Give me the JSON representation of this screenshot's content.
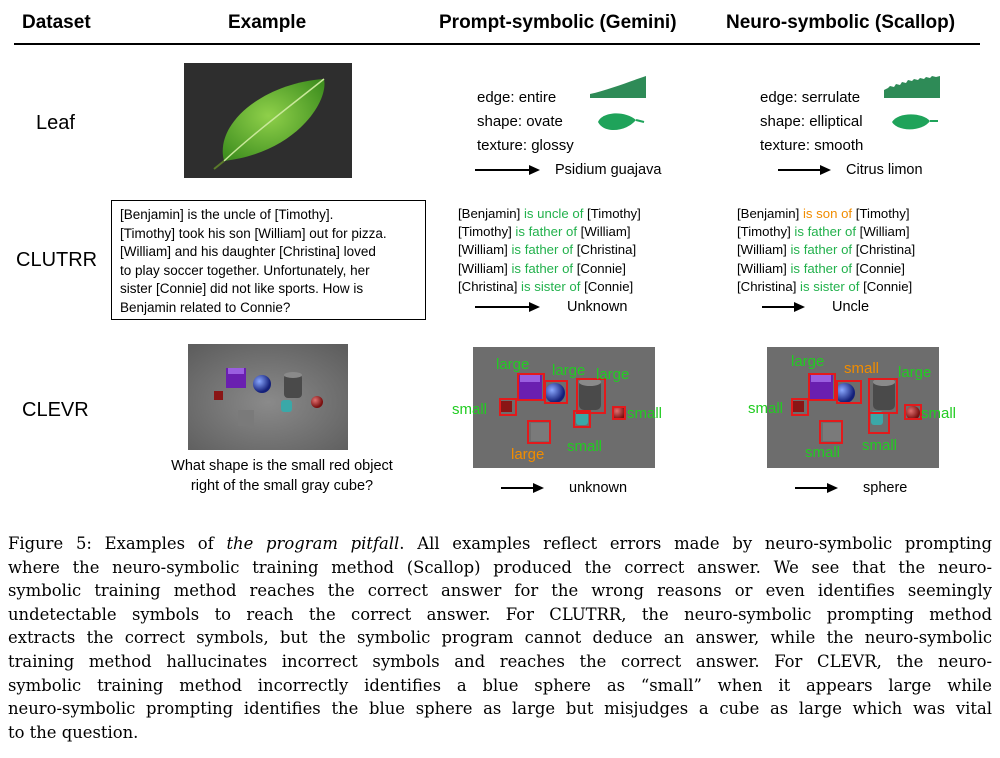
{
  "header": {
    "dataset": "Dataset",
    "example": "Example",
    "prompt": "Prompt-symbolic (Gemini)",
    "neuro": "Neuro-symbolic (Scallop)"
  },
  "rows": {
    "leaf": "Leaf",
    "clutrr": "CLUTRR",
    "clevr": "CLEVR"
  },
  "leaf": {
    "prompt": {
      "edge": "edge: entire",
      "shape": "shape: ovate",
      "texture": "texture: glossy",
      "answer": "Psidium guajava"
    },
    "neuro": {
      "edge": "edge: serrulate",
      "shape": "shape: elliptical",
      "texture": "texture: smooth",
      "answer": "Citrus limon"
    },
    "colors": {
      "leaf_green": "#1fa35a",
      "edge_green": "#2e8b57"
    }
  },
  "clutrr": {
    "story": "[Benjamin] is the uncle of [Timothy]. [Timothy] took his son [William] out for pizza. [William] and his daughter [Christina] loved to play soccer together. Unfortunately, her sister [Connie] did not like sports. How is Benjamin related to Connie?",
    "story_lines": [
      "[Benjamin] is the uncle of [Timothy].",
      "[Timothy] took his son [William] out for pizza.",
      "[William] and his daughter [Christina] loved",
      "to play soccer together. Unfortunately, her",
      "sister [Connie] did not like sports. How is",
      "Benjamin related to Connie?"
    ],
    "prompt": {
      "relations": [
        {
          "a": "[Benjamin]",
          "r": "is uncle of",
          "b": "[Timothy]",
          "color": "green"
        },
        {
          "a": "[Timothy]",
          "r": "is father of",
          "b": "[William]",
          "color": "green"
        },
        {
          "a": "[William]",
          "r": "is father of",
          "b": "[Christina]",
          "color": "green"
        },
        {
          "a": "[William]",
          "r": "is father of",
          "b": "[Connie]",
          "color": "green"
        },
        {
          "a": "[Christina]",
          "r": "is sister of",
          "b": "[Connie]",
          "color": "green"
        }
      ],
      "answer": "Unknown"
    },
    "neuro": {
      "relations": [
        {
          "a": "[Benjamin]",
          "r": "is son of",
          "b": "[Timothy]",
          "color": "orange"
        },
        {
          "a": "[Timothy]",
          "r": "is father of",
          "b": "[William]",
          "color": "green"
        },
        {
          "a": "[William]",
          "r": "is father of",
          "b": "[Christina]",
          "color": "green"
        },
        {
          "a": "[William]",
          "r": "is father of",
          "b": "[Connie]",
          "color": "green"
        },
        {
          "a": "[Christina]",
          "r": "is sister of",
          "b": "[Connie]",
          "color": "green"
        }
      ],
      "answer": "Uncle"
    }
  },
  "clevr": {
    "question_line1": "What shape is the small red object",
    "question_line2": "right of the small gray cube?",
    "prompt": {
      "labels": {
        "a": "large",
        "b": "large",
        "c": "large",
        "d": "small",
        "e": "small",
        "f": "large",
        "g": "small"
      },
      "answer": "unknown"
    },
    "neuro": {
      "labels": {
        "a": "large",
        "b": "small",
        "c": "large",
        "d": "small",
        "e": "small",
        "f": "small",
        "g": "small"
      },
      "answer": "sphere"
    },
    "colors": {
      "green": "#22cc22",
      "orange": "#f08c00",
      "box": "#e31a1c"
    }
  },
  "caption": {
    "lines": [
      "Figure 5: Examples of the program pitfall. All examples reflect errors made by neuro-symbolic prompting",
      "where the neuro-symbolic training method (Scallop) produced the correct answer. We see that the neuro-",
      "symbolic training method reaches the correct answer for the wrong reasons or even identifies seemingly",
      "undetectable symbols to reach the correct answer. For CLUTRR, the neuro-symbolic prompting method",
      "extracts the correct symbols, but the symbolic program cannot deduce an answer, while the neuro-symbolic",
      "training method hallucinates incorrect symbols and reaches the correct answer. For CLEVR, the neuro-",
      "symbolic training method incorrectly identifies a blue sphere as “small” when it appears large while",
      "neuro-symbolic prompting identifies the blue sphere as large but misjudges a cube as large which was vital",
      "to the question."
    ],
    "prefix": "Figure 5: Examples of ",
    "italic": "the program pitfall",
    "suffix": ". All examples reflect errors made by neuro-symbolic prompting"
  }
}
